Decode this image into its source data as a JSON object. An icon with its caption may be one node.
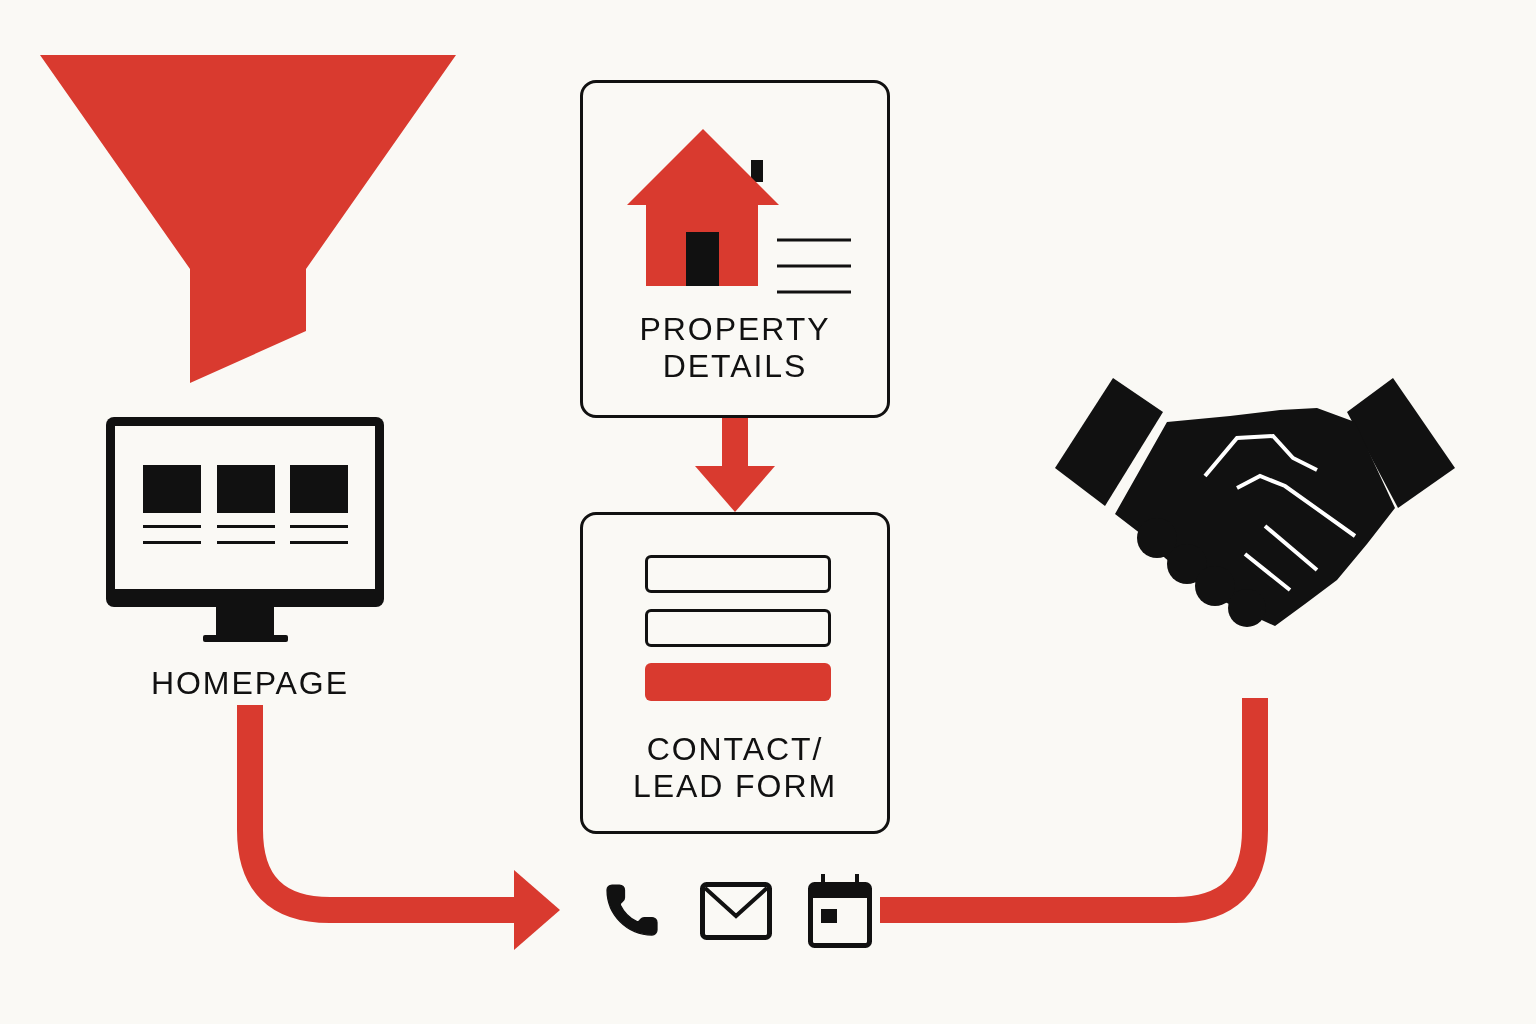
{
  "diagram": {
    "nodes": [
      {
        "text": [
          "HOMEPAGE"
        ]
      },
      {
        "text": [
          "PROPERTY DETAILS"
        ]
      },
      {
        "text": [
          "CONTACT/ LEAD FORM"
        ]
      },
      {
        "text": [],
        "shape": "icon"
      },
      {
        "text": [],
        "shape": "icon"
      }
    ],
    "edges": [
      {
        "from": 0,
        "to": 3,
        "arrow": "to"
      },
      {
        "from": 1,
        "to": 2,
        "arrow": "to"
      },
      {
        "from": 3,
        "to": 4,
        "arrow": "none"
      }
    ]
  }
}
